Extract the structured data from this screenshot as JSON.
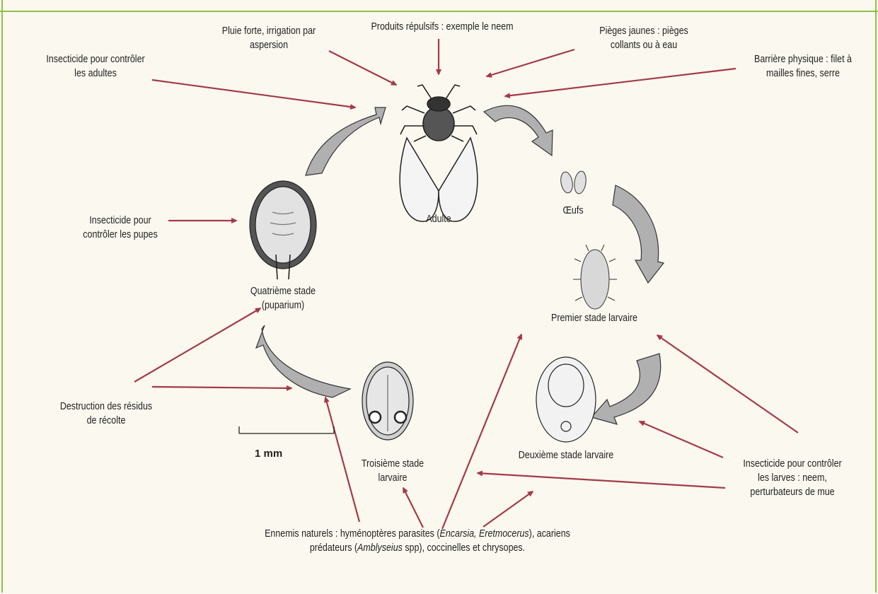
{
  "colors": {
    "arrow": "#a33a4a",
    "frame": "#8fbf4a",
    "background": "#fbf8ef",
    "cycle_arrow_fill": "#a8a8a8"
  },
  "stages": {
    "adult": "Adulte",
    "eggs": "Œufs",
    "first_instar": "Premier stade larvaire",
    "second_instar": "Deuxième stade larvaire",
    "third_instar_line1": "Troisième stade",
    "third_instar_line2": "larvaire",
    "fourth_instar_line1": "Quatrième stade",
    "fourth_instar_line2": "(puparium)"
  },
  "controls": {
    "rain_line1": "Pluie forte, irrigation par",
    "rain_line2": "aspersion",
    "repellent": "Produits répulsifs : exemple le neem",
    "traps_line1": "Pièges jaunes : pièges",
    "traps_line2": "collants ou à eau",
    "barrier_line1": "Barrière physique : filet à",
    "barrier_line2": "mailles fines, serre",
    "adult_insecticide_line1": "Insecticide pour contrôler",
    "adult_insecticide_line2": "les adultes",
    "pupae_insecticide_line1": "Insecticide pour",
    "pupae_insecticide_line2": "contrôler les pupes",
    "residue_line1": "Destruction des résidus",
    "residue_line2": "de récolte",
    "larvae_insecticide_line1": "Insecticide pour contrôler",
    "larvae_insecticide_line2": "les larves : neem,",
    "larvae_insecticide_line3": "perturbateurs de mue"
  },
  "enemies": {
    "line1_a": "Ennemis naturels : hyménoptères parasites (",
    "line1_b": "Encarsia, Eretmocerus",
    "line1_c": "), acariens",
    "line2_a": "prédateurs (",
    "line2_b": "Amblyseius",
    "line2_c": " spp), coccinelles et chrysopes."
  },
  "scale_bar": "1 mm"
}
